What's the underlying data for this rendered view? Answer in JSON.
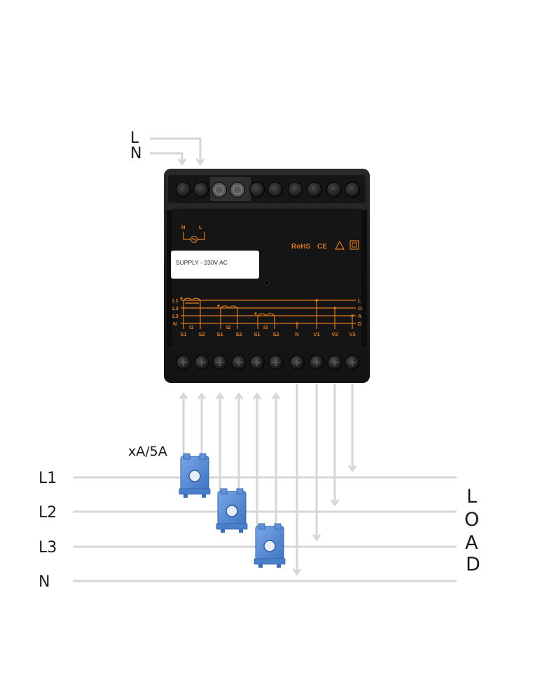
{
  "supply_inputs": [
    "L",
    "N"
  ],
  "device": {
    "supply_tag": "SUPPLY - 230V AC",
    "supply_symbol_labels": [
      "N",
      "L"
    ],
    "cert_marks": [
      "RoHS",
      "CE"
    ],
    "phase_lines": [
      "L1",
      "L2",
      "L3",
      "N"
    ],
    "current_inputs": [
      "I1",
      "I2",
      "I3"
    ],
    "terminals": [
      "S1",
      "S2",
      "S1",
      "S2",
      "S1",
      "S2",
      "N",
      "V1",
      "V2",
      "V3"
    ],
    "load_side_letters": [
      "L",
      "O",
      "A",
      "D"
    ]
  },
  "ct_ratio": "xA/5A",
  "lines": [
    "L1",
    "L2",
    "L3",
    "N"
  ],
  "load_label": [
    "L",
    "O",
    "A",
    "D"
  ],
  "colors": {
    "wire": "#d6d6d6",
    "housing": "#1b1b1b",
    "printing": "#e07a1f",
    "ct_body": "#5b8fd6"
  }
}
